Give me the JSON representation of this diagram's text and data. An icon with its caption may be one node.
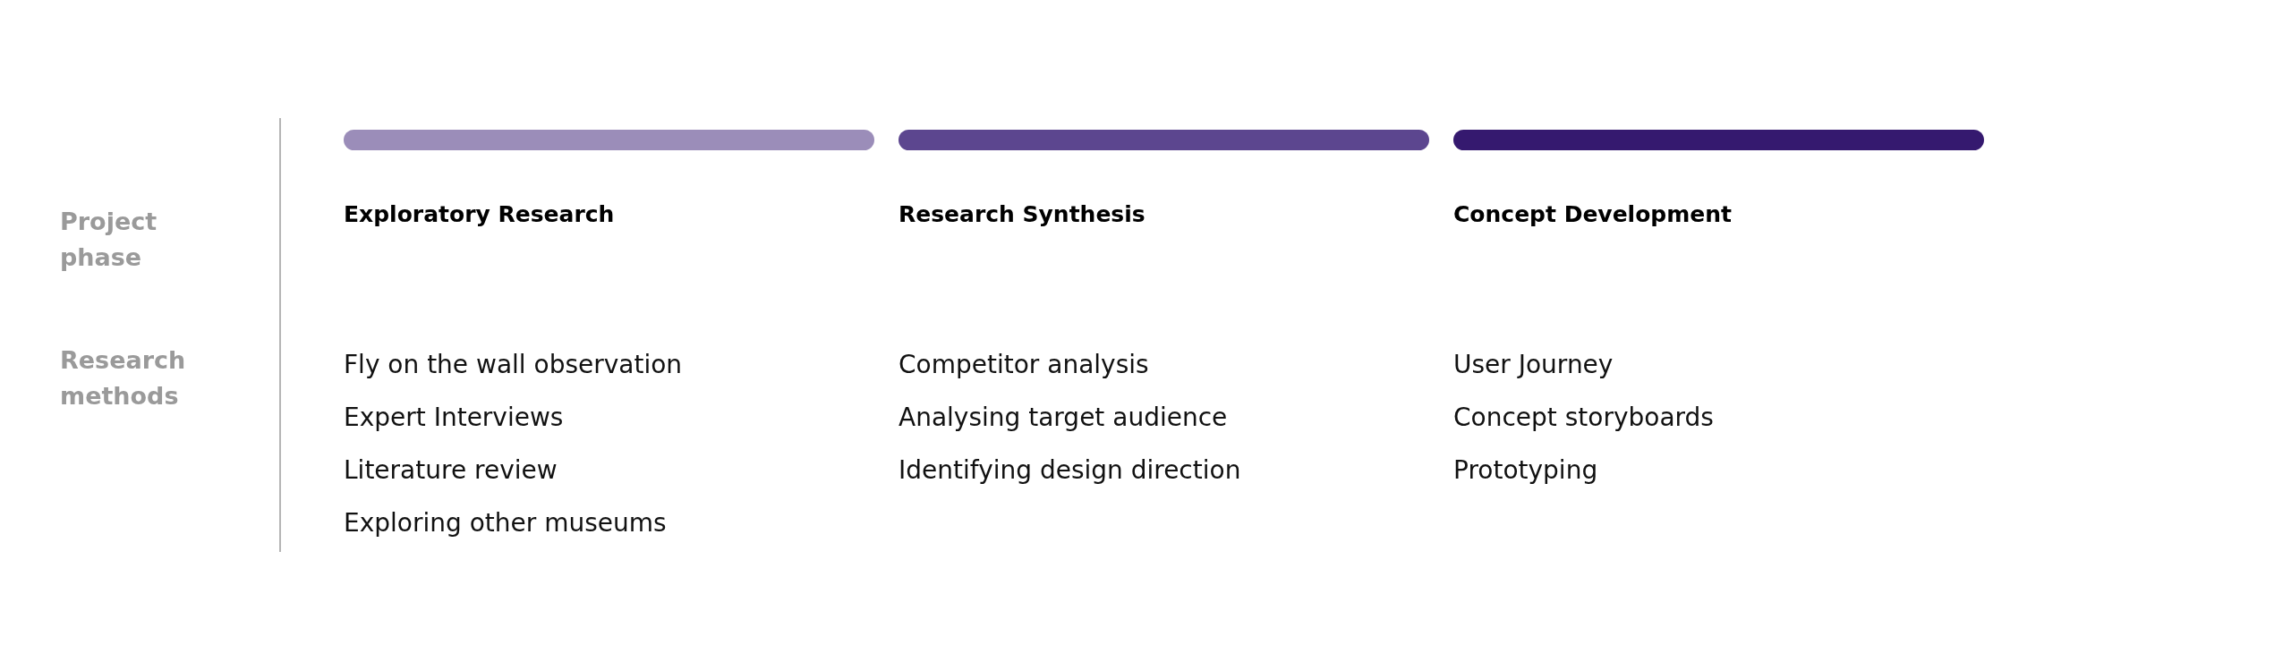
{
  "diagram": {
    "nodes": [
      {
        "text": [
          "Exploratory Research"
        ]
      },
      {
        "text": [
          "Research Synthesis"
        ]
      },
      {
        "text": [
          "Concept Development"
        ]
      }
    ],
    "labels": [
      "Project phase",
      "Research methods",
      "Fly on the wall observation",
      "Expert Interviews",
      "Literature review",
      "Exploring other museums",
      "Competitor analysis",
      "Analysing target audience",
      "Identifying design direction",
      "User Journey",
      "Concept storyboards",
      "Prototyping"
    ]
  }
}
